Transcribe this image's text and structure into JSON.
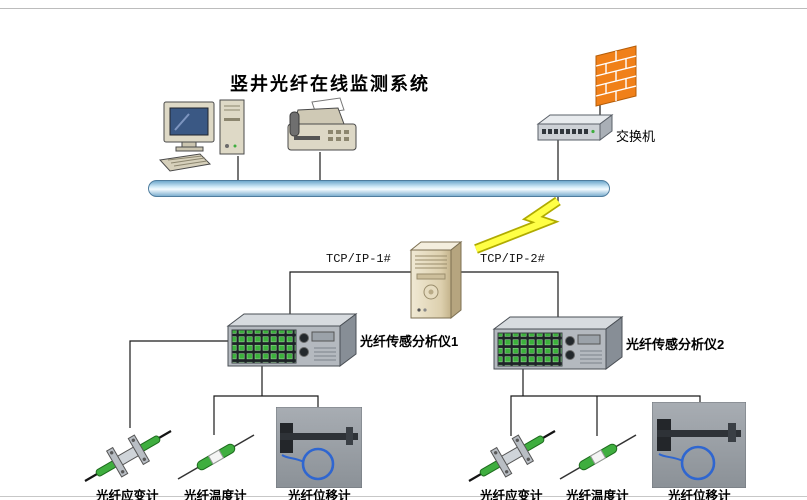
{
  "title": "竖井光纤在线监测系统",
  "labels": {
    "switch": "交换机",
    "link1": "TCP/IP-1#",
    "link2": "TCP/IP-2#",
    "analyzer1": "光纤传感分析仪1",
    "analyzer2": "光纤传感分析仪2"
  },
  "sensors": [
    "光纤应变计",
    "光纤温度计",
    "光纤位移计",
    "光纤应变计",
    "光纤温度计",
    "光纤位移计"
  ],
  "icons": {
    "workstation": "desktop-computer-icon",
    "fax": "fax-machine-icon",
    "firewall": "firewall-brick-wall-icon",
    "switch": "network-switch-icon",
    "bus": "network-backbone-bus",
    "lightning": "lightning-link-icon",
    "server": "server-tower-icon",
    "analyzer": "fiber-sensing-analyzer-rack-icon",
    "strain": "fiber-strain-gauge-icon",
    "temperature": "fiber-thermometer-icon",
    "displacement": "fiber-displacement-meter-photo"
  },
  "colors": {
    "firewall_orange": "#f08019",
    "lightning_yellow": "#ffff45",
    "lightning_outline": "#b0ab00",
    "bus_blue": "#7fb0d0",
    "port_green": "#3cb13c",
    "sensor_green": "#3fae3f",
    "fiber_blue": "#2f66d0",
    "line_black": "#1a1a1a"
  }
}
